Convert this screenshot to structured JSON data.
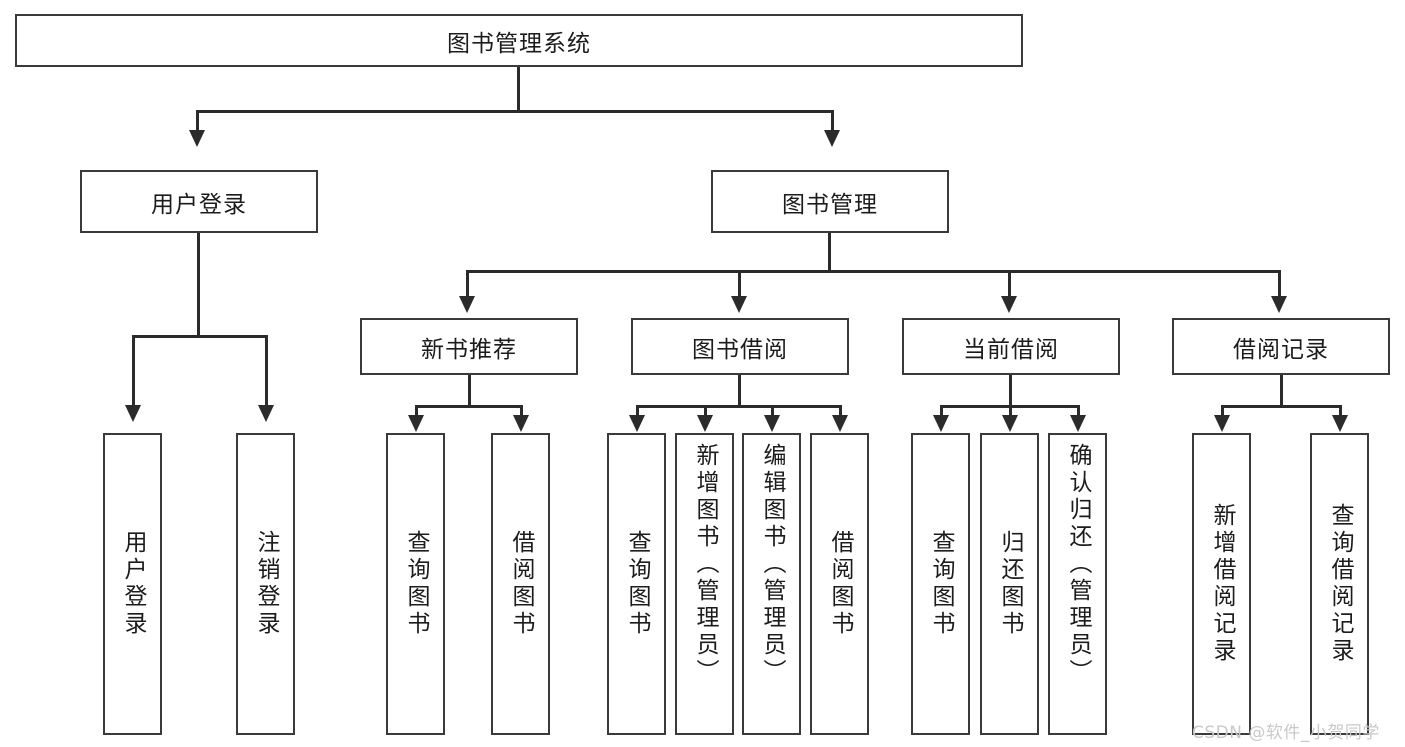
{
  "diagram": {
    "type": "tree-hierarchy",
    "title": "图书管理系统",
    "root": {
      "label": "图书管理系统"
    },
    "level1": [
      {
        "label": "用户登录"
      },
      {
        "label": "图书管理"
      }
    ],
    "level2": [
      {
        "label": "新书推荐"
      },
      {
        "label": "图书借阅"
      },
      {
        "label": "当前借阅"
      },
      {
        "label": "借阅记录"
      }
    ],
    "leaves": {
      "user_login": [
        {
          "label": "用户登录"
        },
        {
          "label": "注销登录"
        }
      ],
      "new_book_recommend": [
        {
          "label": "查询图书"
        },
        {
          "label": "借阅图书"
        }
      ],
      "book_borrow": [
        {
          "label": "查询图书"
        },
        {
          "label": "新增图书（管理员）"
        },
        {
          "label": "编辑图书（管理员）"
        },
        {
          "label": "借阅图书"
        }
      ],
      "current_borrow": [
        {
          "label": "查询图书"
        },
        {
          "label": "归还图书"
        },
        {
          "label": "确认归还（管理员）"
        }
      ],
      "borrow_record": [
        {
          "label": "新增借阅记录"
        },
        {
          "label": "查询借阅记录"
        }
      ]
    }
  },
  "watermark": {
    "text": "CSDN @软件_小贺同学"
  },
  "colors": {
    "border": "#3a3a3a",
    "connector": "#2b2b2b",
    "background": "#ffffff",
    "text": "#1c1c1c",
    "watermark": "#c9c9c9"
  }
}
